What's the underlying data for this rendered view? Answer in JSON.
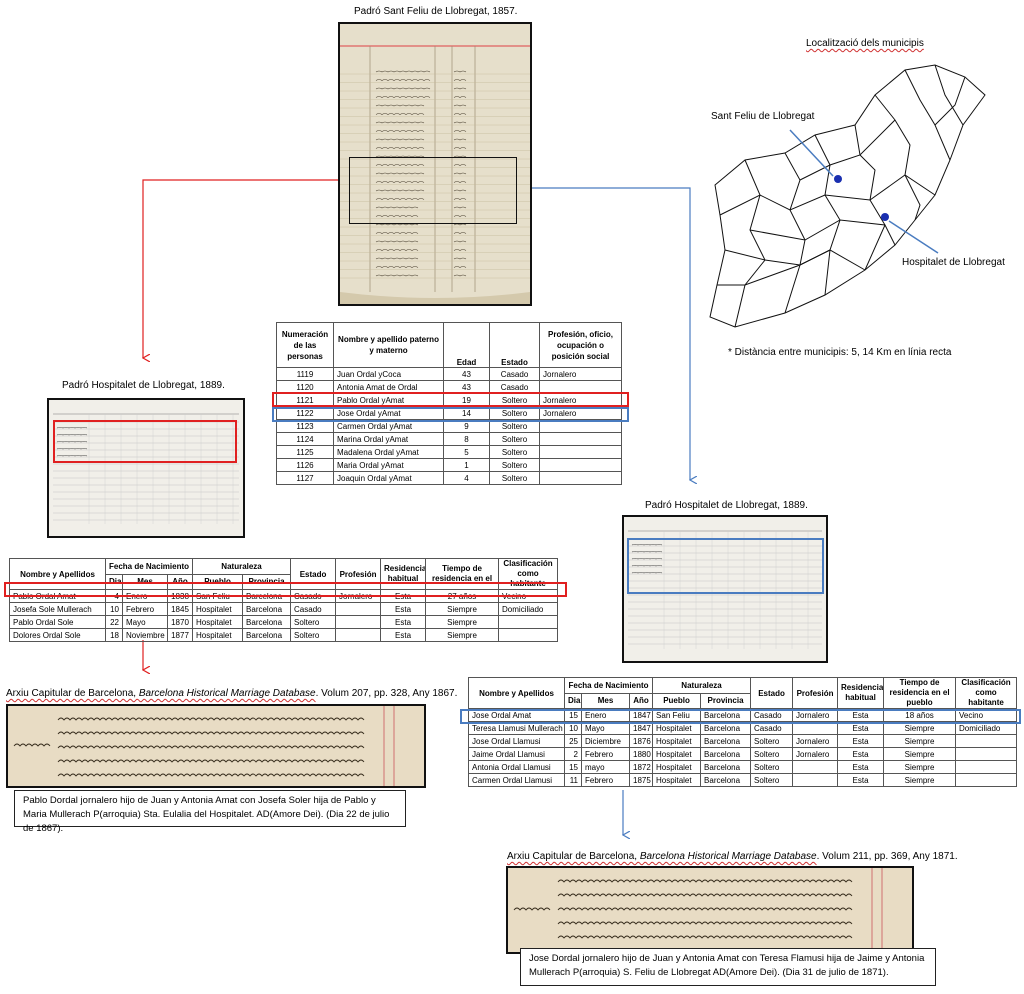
{
  "captions": {
    "padro_sant_feliu": "Padró Sant Feliu de Llobregat, 1857.",
    "localitzacio": "Localització dels municipis",
    "padro_hosp_left": "Padró Hospitalet de Llobregat, 1889.",
    "padro_hosp_right": "Padró Hospitalet de Llobregat, 1889.",
    "distancia": "* Distància entre municipis: 5, 14 Km en línia recta",
    "marriage_left_pre": "Arxiu Capitular de Barcelona, ",
    "marriage_left_italic": "Barcelona Historical Marriage Database",
    "marriage_left_post": ". Volum 207, pp. 328, Any 1867.",
    "marriage_right_pre": "Arxiu Capitular de Barcelona, ",
    "marriage_right_italic": "Barcelona Historical Marriage Database",
    "marriage_right_post": ". Volum 211, pp. 369, Any 1871."
  },
  "map": {
    "label_sant_feliu": "Sant Feliu de Llobregat",
    "label_hospitalet": "Hospitalet de Llobregat"
  },
  "census_table": {
    "headers": [
      "Numeración de las personas",
      "Nombre y apellido paterno y materno",
      "Edad",
      "Estado",
      "Profesión, oficio, ocupación o posición social"
    ],
    "rows": [
      [
        "1119",
        "Juan Ordal yCoca",
        "43",
        "Casado",
        "Jornalero"
      ],
      [
        "1120",
        "Antonia Amat de Ordal",
        "43",
        "Casado",
        ""
      ],
      [
        "1121",
        "Pablo Ordal yAmat",
        "19",
        "Soltero",
        "Jornalero"
      ],
      [
        "1122",
        "Jose Ordal yAmat",
        "14",
        "Soltero",
        "Jornalero"
      ],
      [
        "1123",
        "Carmen Ordal yAmat",
        "9",
        "Soltero",
        ""
      ],
      [
        "1124",
        "Marina Ordal yAmat",
        "8",
        "Soltero",
        ""
      ],
      [
        "1125",
        "Madalena Ordal yAmat",
        "5",
        "Soltero",
        ""
      ],
      [
        "1126",
        "Maria Ordal yAmat",
        "1",
        "Soltero",
        ""
      ],
      [
        "1127",
        "Joaquin Ordal yAmat",
        "4",
        "Soltero",
        ""
      ]
    ]
  },
  "hosp_table_headers": {
    "nombre": "Nombre y Apellidos",
    "fecha": "Fecha de Nacimiento",
    "dia": "Dia",
    "mes": "Mes",
    "ano": "Año",
    "naturaleza": "Naturaleza",
    "pueblo": "Pueblo",
    "provincia": "Provincia",
    "estado": "Estado",
    "profesion": "Profesión",
    "residencia": "Residencia habitual",
    "tiempo_left": "Tiempo de residencia en el",
    "tiempo_right": "Tiempo de residencia en el pueblo",
    "clasificacion": "Clasificación como habitante"
  },
  "hosp_table_left": {
    "rows": [
      [
        "Pablo Ordal Amat",
        "4",
        "Enero",
        "1838",
        "San Feliu",
        "Barcelona",
        "Casado",
        "Jornalero",
        "Esta",
        "27 años",
        "Vecino"
      ],
      [
        "Josefa Sole Mullerach",
        "10",
        "Febrero",
        "1845",
        "Hospitalet",
        "Barcelona",
        "Casado",
        "",
        "Esta",
        "Siempre",
        "Domiciliado"
      ],
      [
        "Pablo Ordal Sole",
        "22",
        "Mayo",
        "1870",
        "Hospitalet",
        "Barcelona",
        "Soltero",
        "",
        "Esta",
        "Siempre",
        ""
      ],
      [
        "Dolores Ordal Sole",
        "18",
        "Noviembre",
        "1877",
        "Hospitalet",
        "Barcelona",
        "Soltero",
        "",
        "Esta",
        "Siempre",
        ""
      ]
    ]
  },
  "hosp_table_right": {
    "rows": [
      [
        "Jose Ordal Amat",
        "15",
        "Enero",
        "1847",
        "San Feliu",
        "Barcelona",
        "Casado",
        "Jornalero",
        "Esta",
        "18 años",
        "Vecino"
      ],
      [
        "Teresa Llamusi Mullerach",
        "10",
        "Mayo",
        "1847",
        "Hospitalet",
        "Barcelona",
        "Casado",
        "",
        "Esta",
        "Siempre",
        "Domiciliado"
      ],
      [
        "Jose Ordal Llamusi",
        "25",
        "Diciembre",
        "1876",
        "Hospitalet",
        "Barcelona",
        "Soltero",
        "Jornalero",
        "Esta",
        "Siempre",
        ""
      ],
      [
        "Jaime Ordal Llamusi",
        "2",
        "Febrero",
        "1880",
        "Hospitalet",
        "Barcelona",
        "Soltero",
        "Jornalero",
        "Esta",
        "Siempre",
        ""
      ],
      [
        "Antonia Ordal Llamusi",
        "15",
        "mayo",
        "1872",
        "Hospitalet",
        "Barcelona",
        "Soltero",
        "",
        "Esta",
        "Siempre",
        ""
      ],
      [
        "Carmen Ordal Llamusi",
        "11",
        "Febrero",
        "1875",
        "Hospitalet",
        "Barcelona",
        "Soltero",
        "",
        "Esta",
        "Siempre",
        ""
      ]
    ]
  },
  "transcriptions": {
    "left": "Pablo Dordal jornalero hijo de Juan y Antonia Amat con Josefa Soler hija de Pablo y Maria Mullerach P(arroquia) Sta. Eulalia del Hospitalet. AD(Amore Dei). (Dia 22 de julio de 1867).",
    "right": "Jose Dordal jornalero hijo de Juan y Antonia Amat con Teresa Flamusi hija de Jaime y Antonia Mullerach P(arroquia) S. Feliu de Llobregat AD(Amore Dei). (Dia 31 de julio de 1871)."
  },
  "colors": {
    "red": "#e02020",
    "blue": "#4a7cc0",
    "paper": "#eae4d4"
  }
}
